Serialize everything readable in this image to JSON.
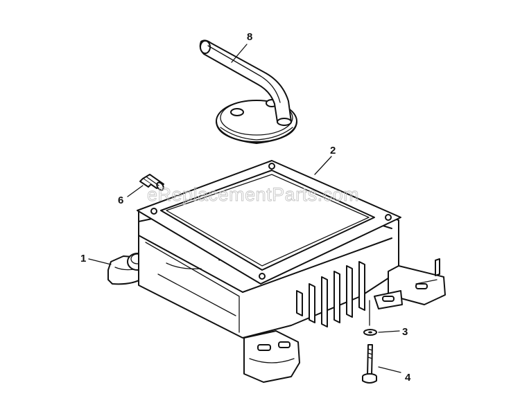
{
  "watermark": "eReplacementParts.com",
  "callouts": {
    "p1": "1",
    "p2": "2",
    "p3": "3",
    "p4": "4",
    "p6": "6",
    "p8": "8"
  }
}
